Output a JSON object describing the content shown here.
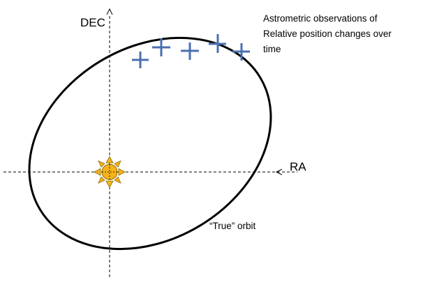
{
  "axes": {
    "vertical_label": "DEC",
    "horizontal_label": "RA"
  },
  "annotation": {
    "lines": [
      "Astrometric observations of",
      "Relative position changes over",
      "time"
    ]
  },
  "orbit_label": "“True” orbit",
  "icons": {
    "star": "sun-icon",
    "observation": "plus-icon"
  },
  "observations_count": 5,
  "colors": {
    "observation": "#4a6fb0",
    "star_fill": "#f7b21a",
    "star_stroke": "#8a6d00",
    "orbit": "#000000",
    "axis": "#000000"
  }
}
